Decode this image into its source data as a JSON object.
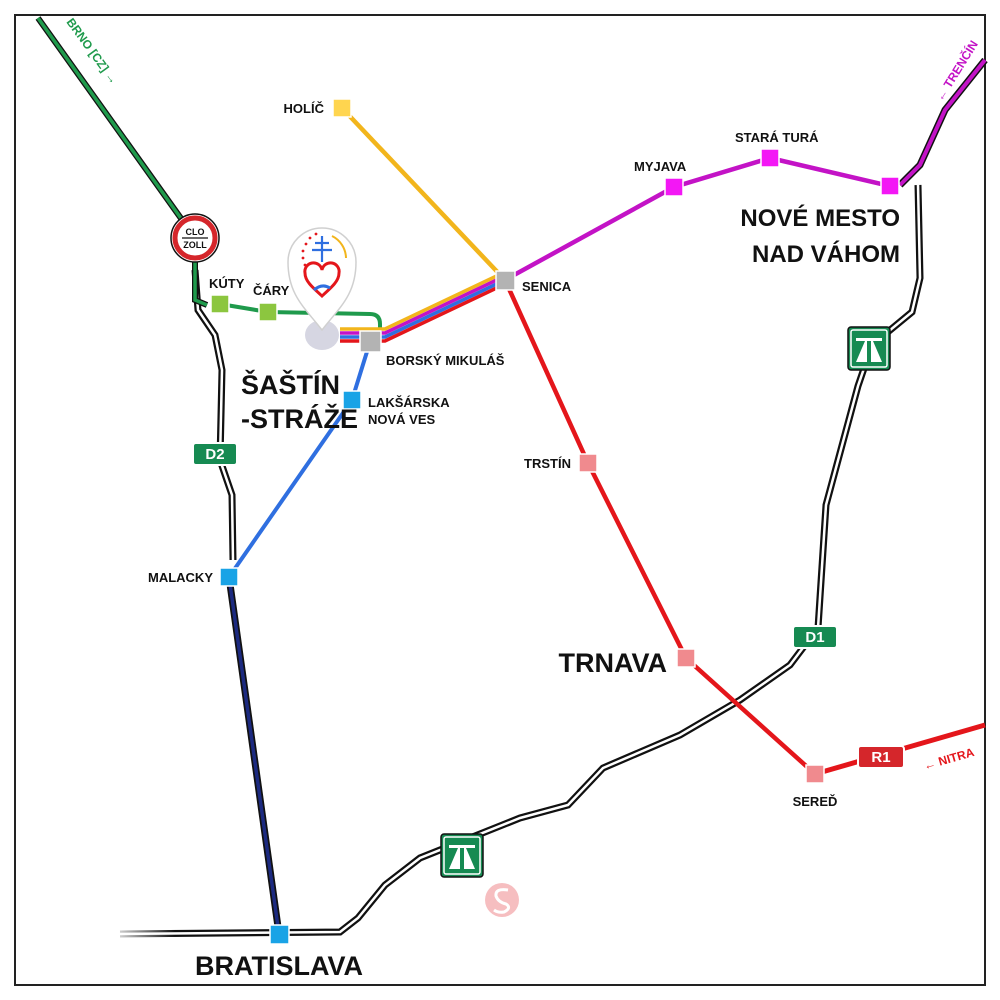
{
  "map": {
    "colors": {
      "green_line": "#1f9a4c",
      "blue_line": "#2f6fe0",
      "navy_line": "#1c2a80",
      "red_line": "#e4161b",
      "yellow_line": "#f2b51c",
      "magenta_line": "#c313c6",
      "motorway_shield": "#168a52",
      "r1_shield": "#d5262b",
      "stop_green": "#8cc63f",
      "stop_cyan": "#19a3e6",
      "stop_pink": "#f08a8e",
      "stop_gray": "#b3b3b3",
      "stop_yellow": "#ffd54f",
      "stop_magenta": "#f317f5"
    },
    "stations": {
      "holic": "HOLÍČ",
      "kuty": "KÚTY",
      "cary": "ČÁRY",
      "senica": "SENICA",
      "myjava": "MYJAVA",
      "stara_tura": "STARÁ TURÁ",
      "borsky_mikulas": "BORSKÝ MIKULÁŠ",
      "laksarska_1": "LAKŠÁRSKA",
      "laksarska_2": "NOVÁ VES",
      "trstin": "TRSTÍN",
      "malacky": "MALACKY",
      "sered": "SEREĎ"
    },
    "cities": {
      "sastin_1": "ŠAŠTÍN",
      "sastin_2": "-STRÁŽE",
      "nove_mesto_1": "NOVÉ MESTO",
      "nove_mesto_2": "NAD VÁHOM",
      "trnava": "TRNAVA",
      "bratislava": "BRATISLAVA"
    },
    "road_shields": {
      "d2": "D2",
      "d1": "D1",
      "r1": "R1"
    },
    "directions": {
      "brno": "BRNO [CZ] →",
      "trencin": "← TRENČÍN",
      "nitra": "← NITRA"
    },
    "border_sign": {
      "top": "CLO",
      "bottom": "ZOLL"
    },
    "icons": {
      "motorway": "motorway-sign-icon",
      "pilgrimage": "pilgrimage-pin-icon",
      "watermark": "watermark-logo-icon"
    }
  }
}
